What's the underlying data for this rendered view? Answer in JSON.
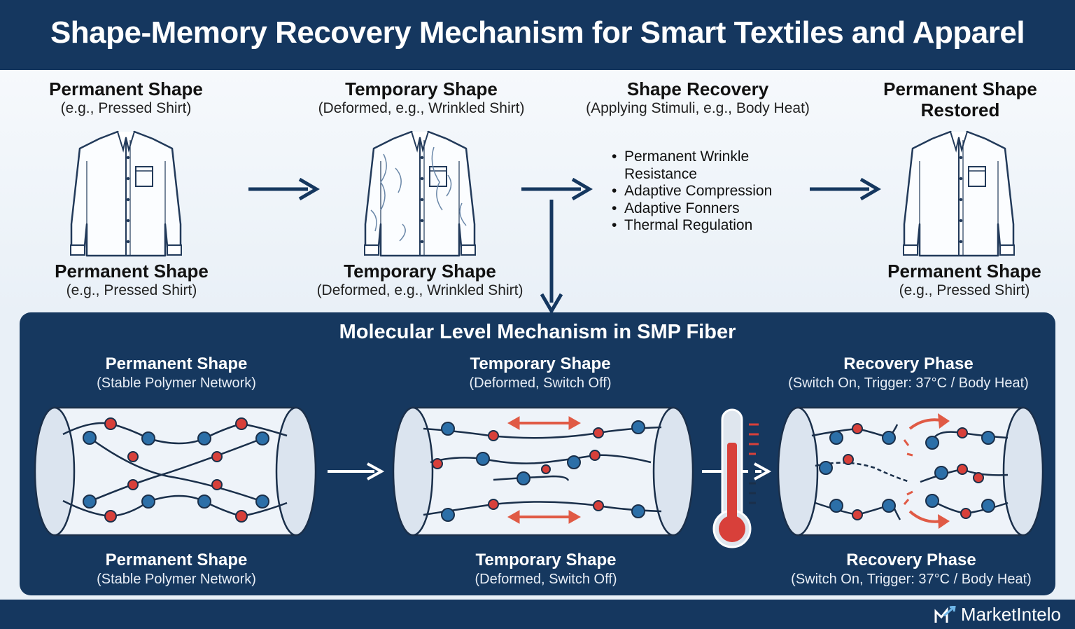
{
  "title": "Shape-Memory Recovery Mechanism for Smart Textiles and Apparel",
  "stages": {
    "s1_top": {
      "title": "Permanent Shape",
      "sub": "(e.g., Pressed Shirt)"
    },
    "s2_top": {
      "title": "Temporary Shape",
      "sub": "(Deformed, e.g., Wrinkled Shirt)"
    },
    "s3_top": {
      "title": "Shape Recovery",
      "sub": "(Applying Stimuli, e.g., Body Heat)"
    },
    "s4_top": {
      "title": "Permanent Shape",
      "title2": "Restored"
    },
    "s1_bottom": {
      "title": "Permanent Shape",
      "sub": "(e.g., Pressed Shirt)"
    },
    "s2_bottom": {
      "title": "Temporary Shape",
      "sub": "(Deformed, e.g., Wrinkled Shirt)"
    },
    "s4_bottom": {
      "title": "Permanent Shape",
      "sub": "(e.g., Pressed Shirt)"
    }
  },
  "benefits": [
    "Permanent Wrinkle",
    "Resistance",
    "Adaptive Compression",
    "Adaptive Fonners",
    "Thermal Regulation"
  ],
  "molecular": {
    "title": "Molecular Level Mechanism in SMP Fiber",
    "p1_top": {
      "title": "Permanent Shape",
      "sub": "(Stable Polymer Network)"
    },
    "p2_top": {
      "title": "Temporary Shape",
      "sub": "(Deformed, Switch Off)"
    },
    "p3_top": {
      "title": "Recovery Phase",
      "sub": "(Switch On, Trigger: 37°C / Body Heat)"
    },
    "p1_bottom": {
      "title": "Permanent Shape",
      "sub": "(Stable Polymer Network)"
    },
    "p2_bottom": {
      "title": "Temporary Shape",
      "sub": "(Deformed, Switch Off)"
    },
    "p3_bottom": {
      "title": "Recovery Phase",
      "sub": "(Switch On, Trigger: 37°C / Body Heat)"
    }
  },
  "brand": "MarketIntelo",
  "colors": {
    "navy": "#15375f",
    "node_red": "#d8403a",
    "node_blue": "#2c6fa8",
    "arrow_red": "#e05a45"
  },
  "icons": [
    "shirt-icon",
    "thermometer-icon",
    "arrow-icon",
    "marketintelo-logo-icon"
  ]
}
